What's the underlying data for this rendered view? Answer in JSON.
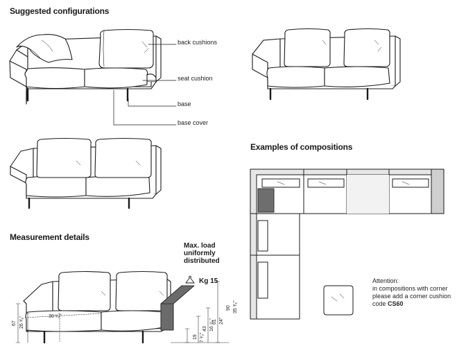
{
  "headings": {
    "suggested": "Suggested configurations",
    "examples": "Examples of compositions",
    "measurement": "Measurement details"
  },
  "parts": {
    "back_cushions": "back cushions",
    "seat_cushion": "seat cushion",
    "base": "base",
    "base_cover": "base cover"
  },
  "max_load": {
    "line1": "Max. load",
    "line2": "uniformly",
    "line3": "distributed",
    "weight": "Kg 15"
  },
  "attention": {
    "line1": "Attention:",
    "line2": "in compositions with corner",
    "line3": "please add a corner cushion",
    "line4_prefix": "code ",
    "code": "CS60"
  },
  "dimensions": {
    "height_total": "67",
    "height_total_in": "26 ³⁄₈\"",
    "seat_height_in": "30 ¹⁄₈\"",
    "depth": "90",
    "depth_in": "35 ³⁄₈\"",
    "arm": "61",
    "arm_in": "24\"",
    "seat": "43",
    "seat_in": "16 ⁷⁄₈\"",
    "base": "19",
    "base_in": "7 ¹⁄₂\""
  }
}
